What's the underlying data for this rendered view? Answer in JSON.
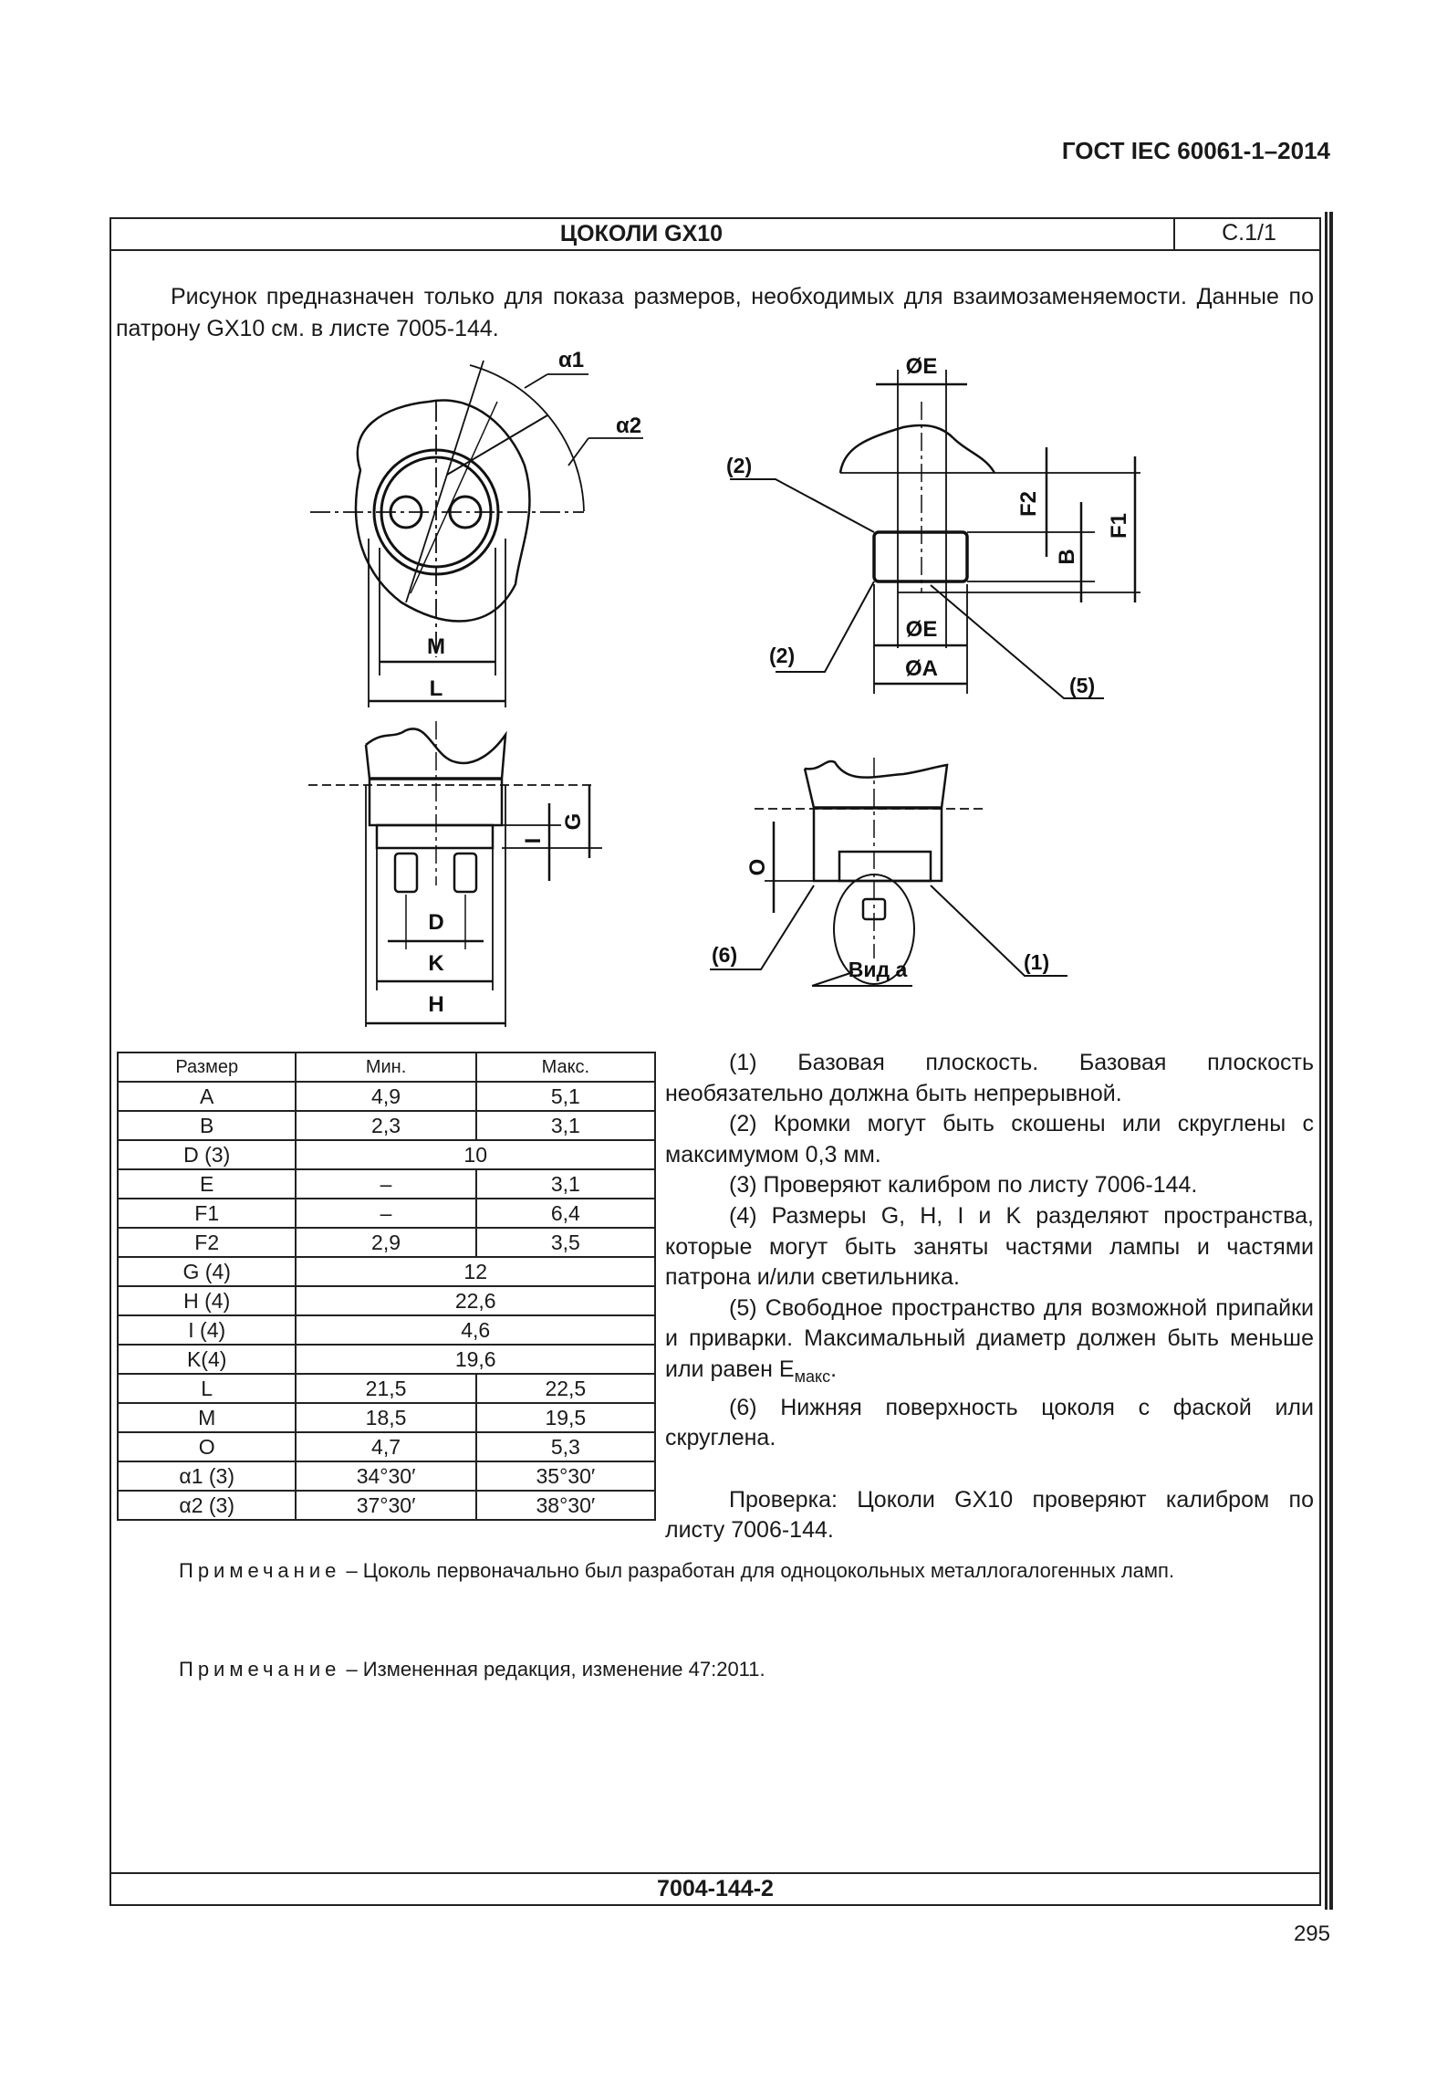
{
  "header": {
    "standard": "ГОСТ IEC 60061-1–2014"
  },
  "title_row": {
    "title": "ЦОКОЛИ GX10",
    "sheet": "С.1/1"
  },
  "intro": "Рисунок предназначен только для показа размеров, необходимых для взаимозаменяемости. Данные по патрону GX10 см. в листе 7005-144.",
  "drawing_labels": {
    "alpha1": "α1",
    "alpha2": "α2",
    "M": "M",
    "L": "L",
    "E_top": "ØE",
    "E_bottom": "ØE",
    "A": "ØA",
    "F1": "F1",
    "F2": "F2",
    "B": "B",
    "ref2_top": "(2)",
    "ref2_bottom": "(2)",
    "ref5": "(5)",
    "G": "G",
    "I": "I",
    "D": "D",
    "K": "K",
    "H": "H",
    "O": "O",
    "ref6": "(6)",
    "ref1": "(1)",
    "view_a": "Вид а"
  },
  "table": {
    "headers": [
      "Размер",
      "Мин.",
      "Макс."
    ],
    "rows": [
      [
        "A",
        "4,9",
        "5,1"
      ],
      [
        "B",
        "2,3",
        "3,1"
      ],
      [
        "D (3)",
        "10"
      ],
      [
        "E",
        "–",
        "3,1"
      ],
      [
        "F1",
        "–",
        "6,4"
      ],
      [
        "F2",
        "2,9",
        "3,5"
      ],
      [
        "G (4)",
        "12"
      ],
      [
        "H (4)",
        "22,6"
      ],
      [
        "I (4)",
        "4,6"
      ],
      [
        "K(4)",
        "19,6"
      ],
      [
        "L",
        "21,5",
        "22,5"
      ],
      [
        "M",
        "18,5",
        "19,5"
      ],
      [
        "O",
        "4,7",
        "5,3"
      ],
      [
        "α1 (3)",
        "34°30′",
        "35°30′"
      ],
      [
        "α2 (3)",
        "37°30′",
        "38°30′"
      ]
    ]
  },
  "notes": {
    "n1": "(1) Базовая плоскость. Базовая плоскость необязательно должна быть непрерывной.",
    "n2": "(2) Кромки могут быть скошены или скруглены с максимумом 0,3 мм.",
    "n3": "(3) Проверяют калибром по листу 7006-144.",
    "n4": "(4) Размеры G, H, I и K разделяют пространства, которые могут быть заняты частями лампы и частями патрона и/или светильника.",
    "n5": "(5) Свободное пространство для возможной припайки и приварки. Максимальный диаметр должен быть меньше или равен E",
    "n5_sub": "макс",
    "n5_end": ".",
    "n6": "(6) Нижняя поверхность цоколя с фаской или скруглена.",
    "check": "Проверка: Цоколи GX10 проверяют калибром по листу 7006-144."
  },
  "remarks": {
    "label": "Примечание",
    "r1": " – Цоколь первоначально был разработан для одноцокольных металлогалогенных ламп.",
    "r2": " – Измененная редакция, изменение 47:2011."
  },
  "footer": {
    "sheet_id": "7004-144-2",
    "page": "295"
  }
}
